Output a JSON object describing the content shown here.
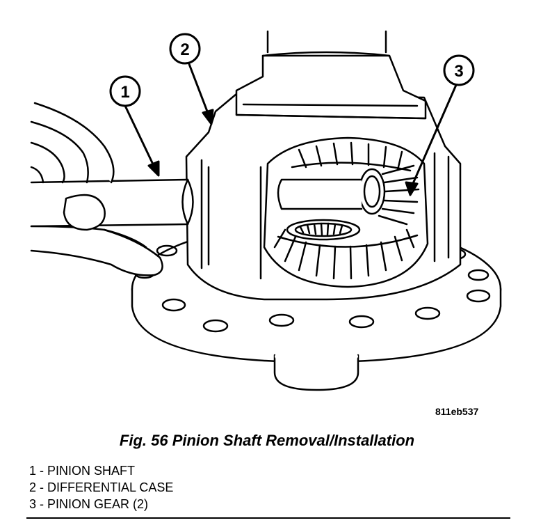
{
  "callouts": [
    "1",
    "2",
    "3"
  ],
  "figure_id": "811eb537",
  "caption": "Fig. 56 Pinion Shaft Removal/Installation",
  "legend": [
    "1 - PINION SHAFT",
    "2 - DIFFERENTIAL CASE",
    "3 - PINION GEAR (2)"
  ]
}
